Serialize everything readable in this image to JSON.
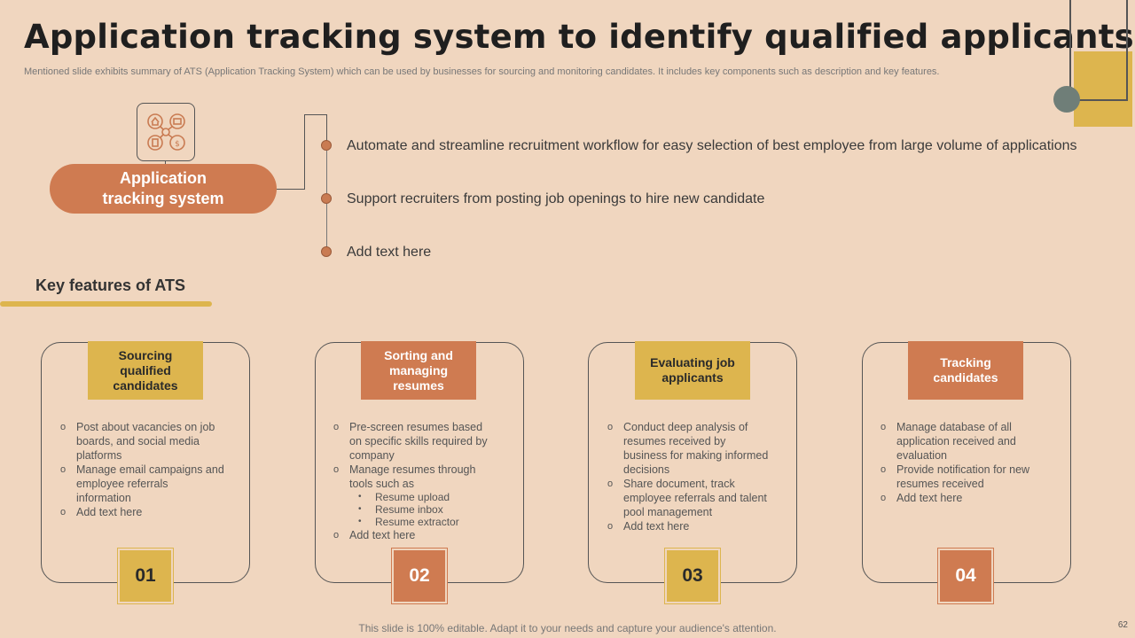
{
  "slide": {
    "title": "Application tracking system to identify qualified applicants",
    "subtitle": "Mentioned slide exhibits summary of ATS  (Application Tracking System) which can be used by businesses for sourcing and monitoring candidates. It includes key components such as description and key features.",
    "footer": "This slide is 100% editable. Adapt it to your needs and capture your audience's attention.",
    "page_number": "62"
  },
  "ats": {
    "label_line1": "Application",
    "label_line2": "tracking system",
    "bullets": [
      "Automate and streamline recruitment workflow for easy selection of best employee from large volume of applications",
      "Support recruiters from posting job openings to hire new candidate",
      "Add text here"
    ]
  },
  "features": {
    "heading": "Key features of ATS",
    "cards": [
      {
        "header": "Sourcing qualified candidates",
        "number": "01",
        "items": [
          "Post about vacancies on job boards, and social media platforms",
          "Manage email campaigns and employee referrals information",
          "Add text here"
        ]
      },
      {
        "header": "Sorting and managing resumes",
        "number": "02",
        "items": [
          "Pre-screen resumes based on specific skills required by company",
          "Manage resumes through tools such as",
          "Add text here"
        ],
        "sub_items": [
          "Resume upload",
          "Resume inbox",
          "Resume extractor"
        ]
      },
      {
        "header": "Evaluating job applicants",
        "number": "03",
        "items": [
          "Conduct deep analysis of resumes received by business for making informed decisions",
          "Share document, track employee referrals and talent pool management",
          "Add text here"
        ]
      },
      {
        "header": "Tracking candidates",
        "number": "04",
        "items": [
          "Manage database of all application received and evaluation",
          "Provide notification for new resumes received",
          "Add text here"
        ]
      }
    ]
  },
  "colors": {
    "background": "#F0D6BF",
    "gold": "#DDB54E",
    "orange": "#CF7B51",
    "slate": "#6F7E78"
  },
  "icons": {
    "ats": "recruitment-network-icon"
  }
}
